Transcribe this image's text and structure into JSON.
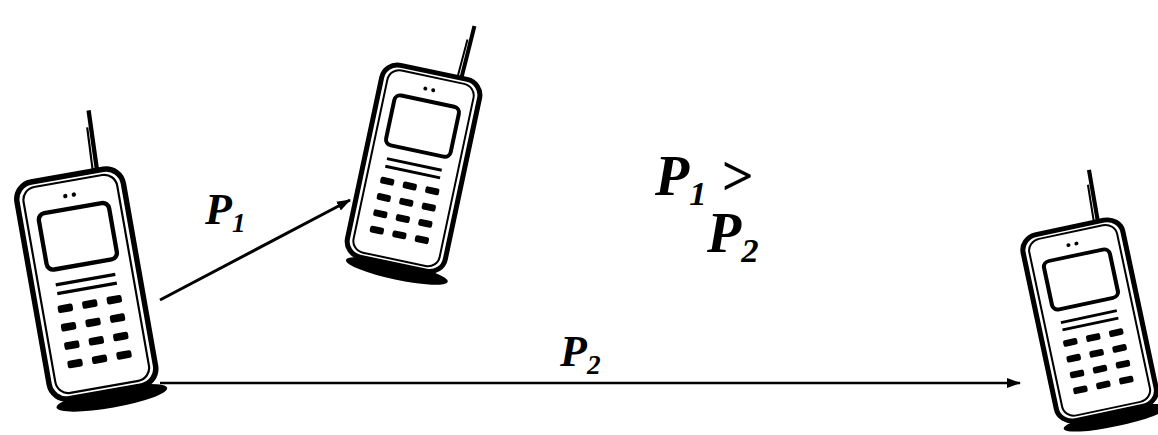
{
  "diagram": {
    "labels": [
      "P1 >",
      "P1",
      "P2",
      "P2"
    ]
  }
}
